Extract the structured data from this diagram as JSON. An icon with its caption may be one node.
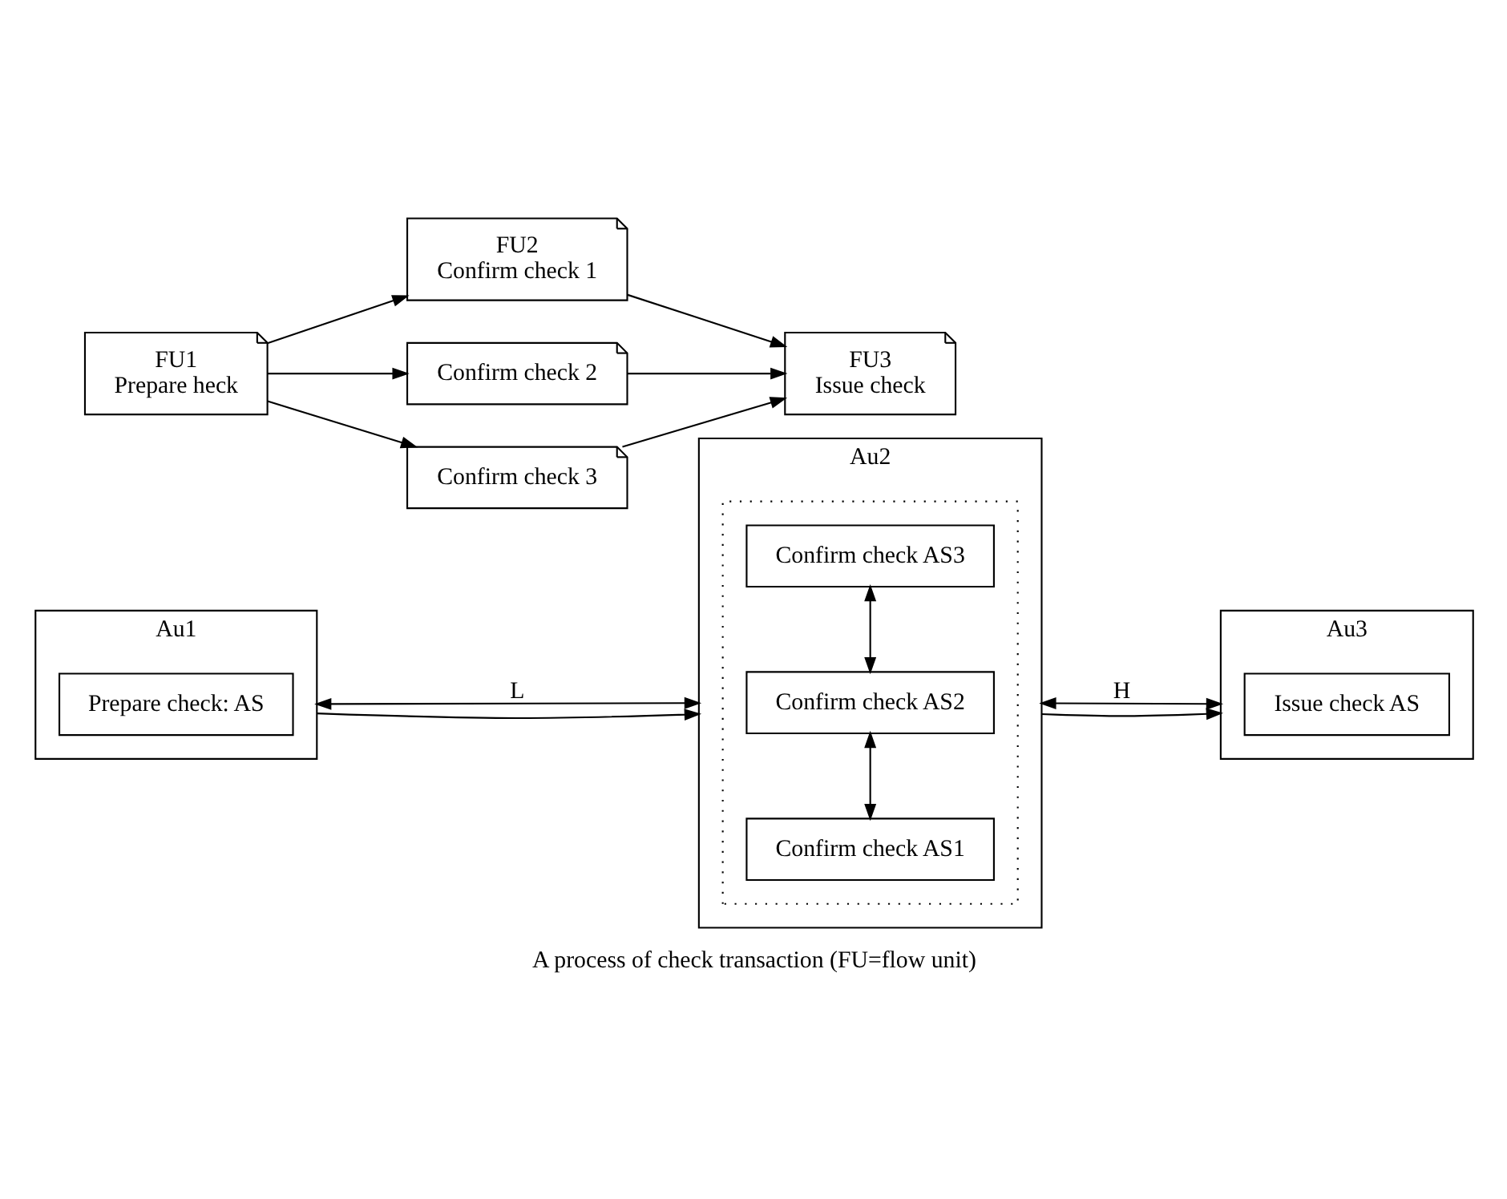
{
  "diagram": {
    "caption": "A process of check transaction (FU=flow unit)",
    "nodes": [
      {
        "text": [
          "FU1",
          "Prepare heck"
        ]
      },
      {
        "text": [
          "FU2",
          "Confirm check 1"
        ]
      },
      {
        "text": [
          "Confirm check 2"
        ]
      },
      {
        "text": [
          "Confirm check 3"
        ]
      },
      {
        "text": [
          "FU3",
          "Issue check"
        ]
      },
      {
        "text": [
          "Au1"
        ]
      },
      {
        "text": [
          "Prepare check: AS"
        ],
        "in": 5
      },
      {
        "text": [
          "Au2"
        ]
      },
      {
        "text": [],
        "shape": "box",
        "in": 7
      },
      {
        "text": [
          "Confirm check AS1"
        ],
        "in": 8
      },
      {
        "text": [
          "Confirm check AS2"
        ],
        "in": 8
      },
      {
        "text": [
          "Confirm check AS3"
        ],
        "in": 8
      },
      {
        "text": [
          "Au3"
        ]
      },
      {
        "text": [
          "Issue check AS"
        ],
        "in": 12
      }
    ],
    "edges": [
      {
        "from": 0,
        "to": 1,
        "arrow": "to"
      },
      {
        "from": 0,
        "to": 2,
        "arrow": "to"
      },
      {
        "from": 0,
        "to": 3,
        "arrow": "to"
      },
      {
        "from": 1,
        "to": 4,
        "arrow": "to"
      },
      {
        "from": 2,
        "to": 4,
        "arrow": "to"
      },
      {
        "from": 3,
        "to": 4,
        "arrow": "to"
      },
      {
        "from": 5,
        "to": 7,
        "arrow": "both",
        "label": "L"
      },
      {
        "from": 5,
        "to": 7,
        "arrow": "to"
      },
      {
        "from": 9,
        "to": 10,
        "arrow": "both"
      },
      {
        "from": 10,
        "to": 11,
        "arrow": "both"
      },
      {
        "from": 7,
        "to": 12,
        "arrow": "both",
        "label": "H"
      },
      {
        "from": 7,
        "to": 12,
        "arrow": "to"
      }
    ]
  }
}
